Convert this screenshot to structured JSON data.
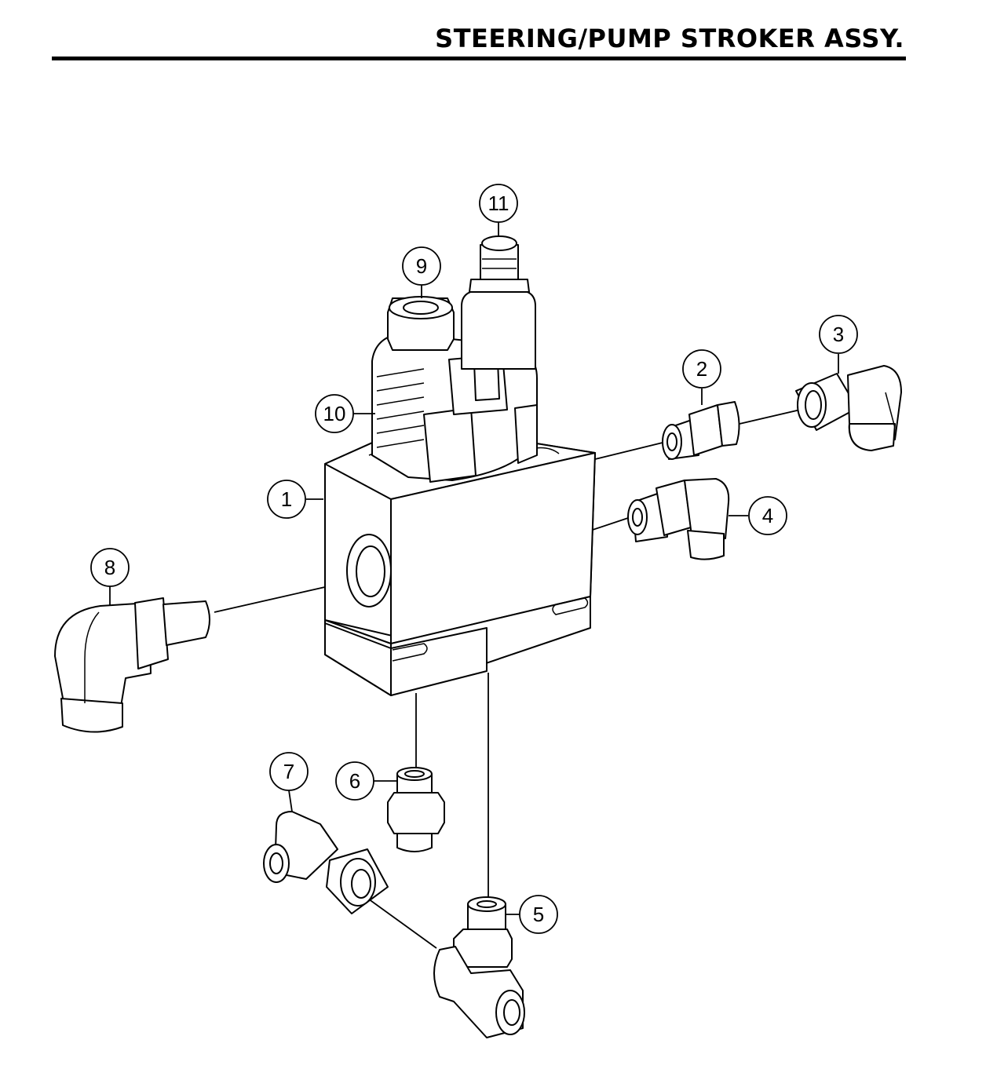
{
  "header": {
    "title": "STEERING/PUMP STROKER ASSY."
  },
  "callouts": [
    "1",
    "2",
    "3",
    "4",
    "5",
    "6",
    "7",
    "8",
    "9",
    "10",
    "11"
  ]
}
